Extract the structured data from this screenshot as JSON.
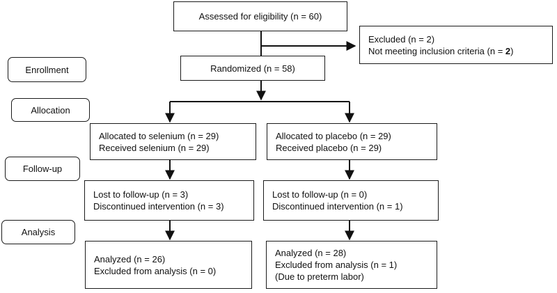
{
  "stages": {
    "enrollment": "Enrollment",
    "allocation": "Allocation",
    "followup": "Follow-up",
    "analysis": "Analysis"
  },
  "assessed": "Assessed for eligibility (n = 60)",
  "excluded": {
    "line1": "Excluded (n = 2)",
    "line2_text": "Not meeting inclusion criteria (n = ",
    "line2_count": "2",
    "line2_end": ")"
  },
  "randomized": "Randomized (n = 58)",
  "selenium": {
    "allocated": "Allocated to selenium (n = 29)",
    "received": "Received selenium (n = 29)",
    "lost": "Lost to follow-up (n = 3)",
    "discontinued": "Discontinued intervention (n = 3)",
    "analyzed": "Analyzed (n = 26)",
    "excluded_analysis": "Excluded from analysis (n = 0)"
  },
  "placebo": {
    "allocated": "Allocated to placebo (n = 29)",
    "received": "Received placebo (n = 29)",
    "lost": "Lost to follow-up (n = 0)",
    "discontinued": "Discontinued intervention (n = 1)",
    "analyzed": "Analyzed (n = 28)",
    "excluded_analysis": "Excluded from analysis (n = 1)",
    "reason": "(Due to preterm labor)"
  }
}
